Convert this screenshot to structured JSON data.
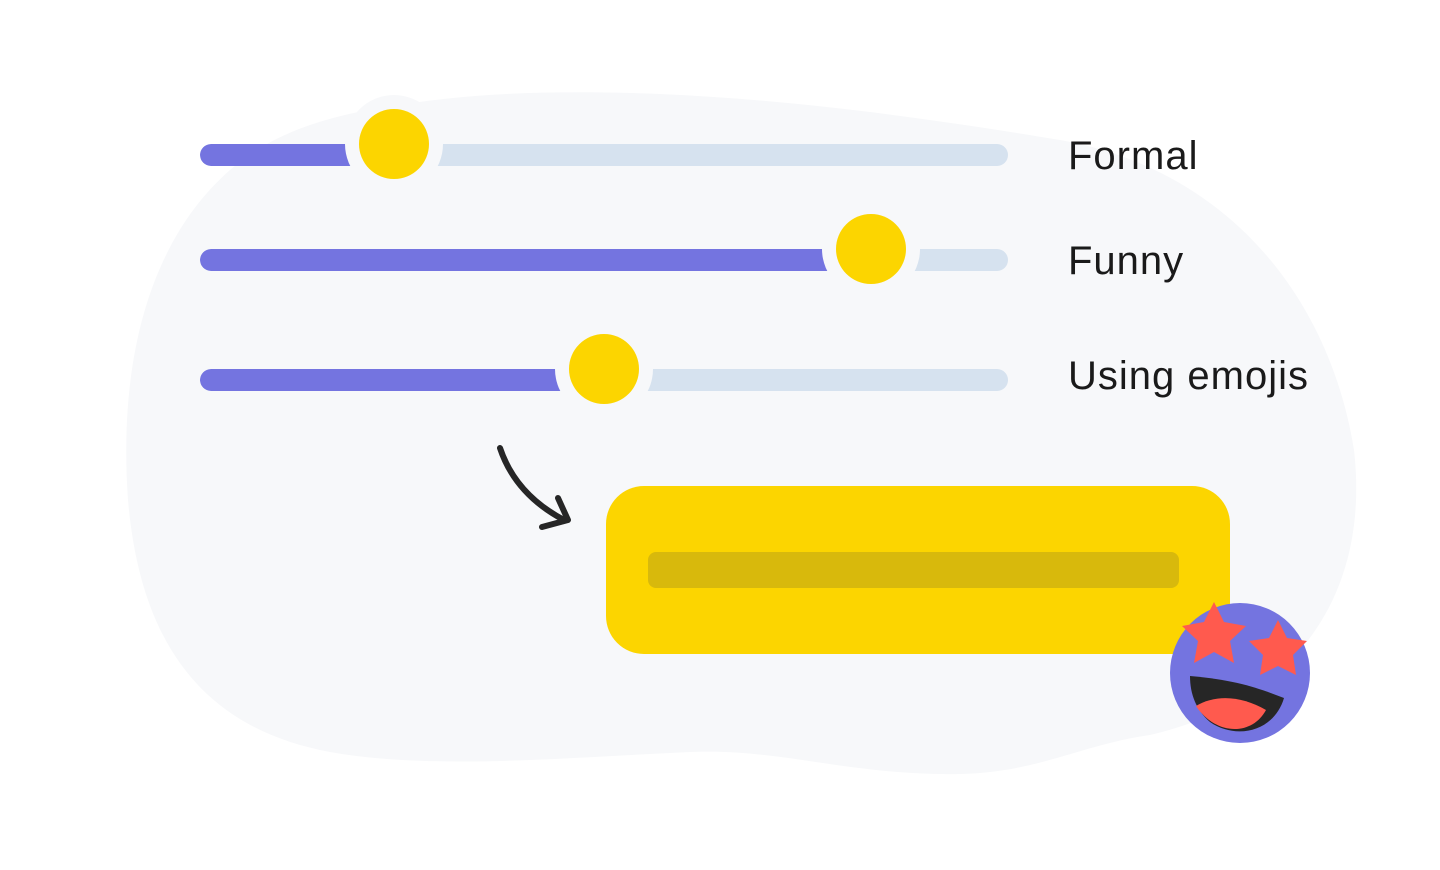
{
  "sliders": [
    {
      "label": "Formal",
      "value_percent": 24
    },
    {
      "label": "Funny",
      "value_percent": 83
    },
    {
      "label": "Using emojis",
      "value_percent": 50
    }
  ],
  "icons": {
    "arrow": "curved-arrow-icon",
    "emoji": "star-struck-emoji-icon"
  },
  "colors": {
    "track": "#d6e2ef",
    "fill": "#7474e0",
    "thumb": "#fcd500",
    "card": "#fcd500",
    "card_line": "#d8b90c",
    "background_blob": "#f7f8fa",
    "emoji_face": "#7474e0",
    "emoji_stars": "#ff5a4e"
  }
}
